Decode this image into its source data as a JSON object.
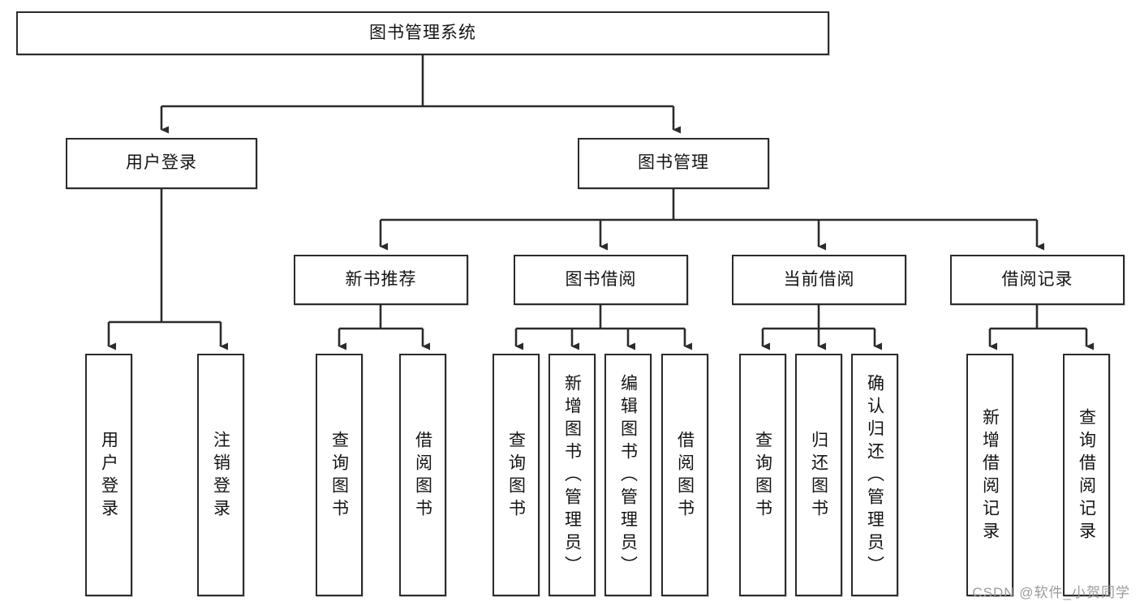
{
  "diagram": {
    "title": "图书管理系统",
    "type": "tree-hierarchy-chart",
    "watermark": "CSDN @软件_小贺同学",
    "colors": {
      "stroke": "#2b2b2b",
      "fill": "#ffffff",
      "text": "#141414",
      "watermark": "#9a9a9a"
    },
    "nodes": {
      "root": {
        "label": "图书管理系统"
      },
      "level2": [
        {
          "id": "user-login",
          "label": "用户登录"
        },
        {
          "id": "book-management",
          "label": "图书管理"
        }
      ],
      "level3": [
        {
          "id": "new-book-recommend",
          "label": "新书推荐"
        },
        {
          "id": "book-borrow",
          "label": "图书借阅"
        },
        {
          "id": "current-borrow",
          "label": "当前借阅"
        },
        {
          "id": "borrow-record",
          "label": "借阅记录"
        }
      ],
      "leaves": {
        "user-login": [
          {
            "id": "leaf-user-login",
            "label": "用户登录"
          },
          {
            "id": "leaf-user-logout",
            "label": "注销登录"
          }
        ],
        "new-book-recommend": [
          {
            "id": "leaf-query-book-1",
            "label": "查询图书"
          },
          {
            "id": "leaf-borrow-book-1",
            "label": "借阅图书"
          }
        ],
        "book-borrow": [
          {
            "id": "leaf-query-book-2",
            "label": "查询图书"
          },
          {
            "id": "leaf-add-book",
            "label": "新增图书（管理员）"
          },
          {
            "id": "leaf-edit-book",
            "label": "编辑图书（管理员）"
          },
          {
            "id": "leaf-borrow-book-2",
            "label": "借阅图书"
          }
        ],
        "current-borrow": [
          {
            "id": "leaf-query-book-3",
            "label": "查询图书"
          },
          {
            "id": "leaf-return-book",
            "label": "归还图书"
          },
          {
            "id": "leaf-confirm-return",
            "label": "确认归还（管理员）"
          }
        ],
        "borrow-record": [
          {
            "id": "leaf-add-record",
            "label": "新增借阅记录"
          },
          {
            "id": "leaf-query-record",
            "label": "查询借阅记录"
          }
        ]
      }
    }
  }
}
